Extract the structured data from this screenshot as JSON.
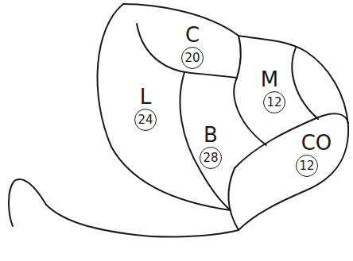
{
  "diagram": {
    "nodes": [
      {
        "text": [
          "C",
          "20"
        ]
      },
      {
        "text": [
          "M",
          "12"
        ]
      },
      {
        "text": [
          "L",
          "24"
        ]
      },
      {
        "text": [
          "B",
          "28"
        ]
      },
      {
        "text": [
          "CO",
          "12"
        ]
      }
    ]
  }
}
